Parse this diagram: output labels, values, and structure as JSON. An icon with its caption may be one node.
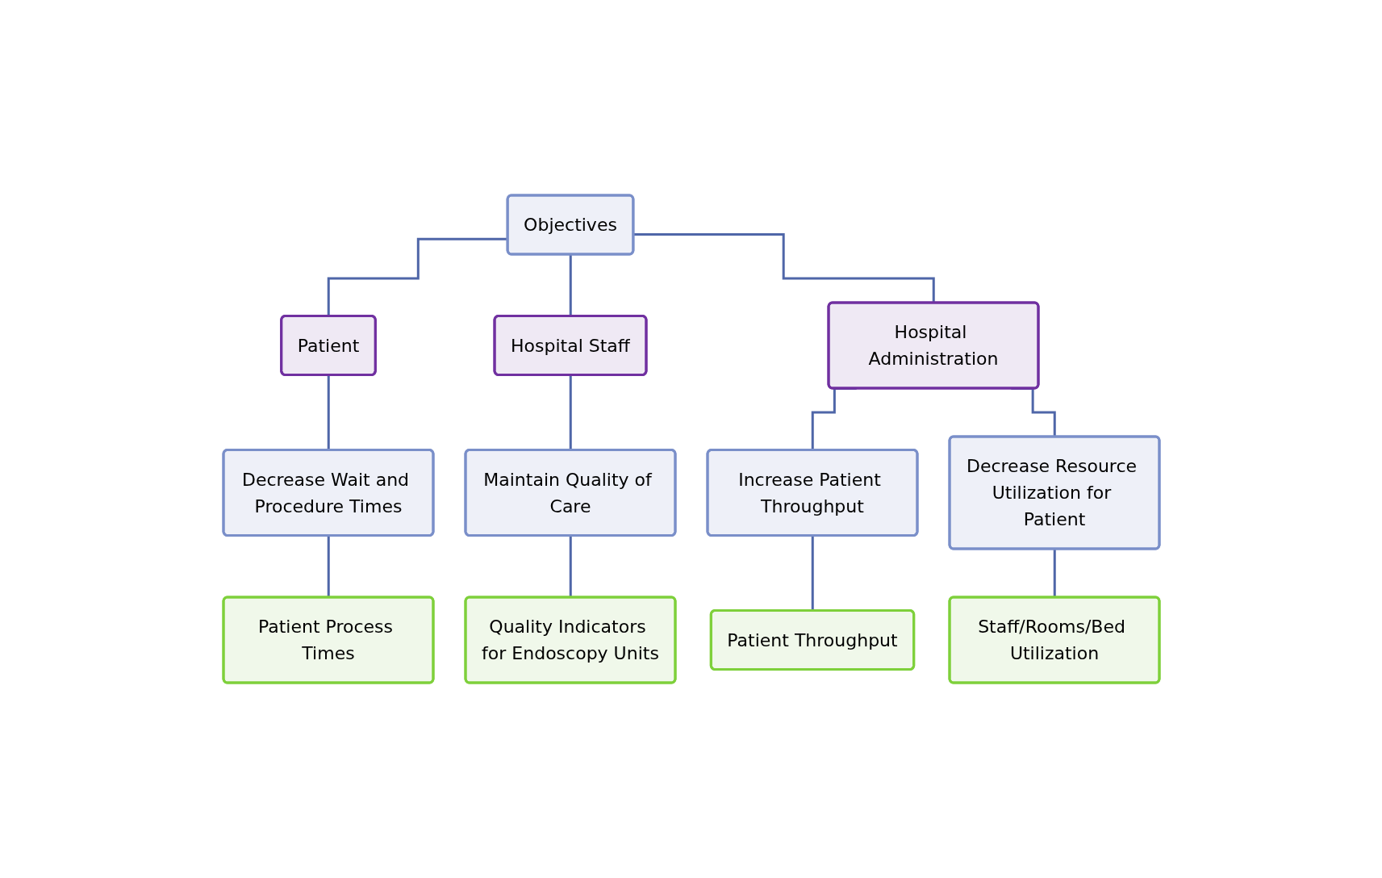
{
  "diagram": {
    "nodes": [
      {
        "text": [
          "Objectives"
        ]
      },
      {
        "text": [
          "Patient"
        ]
      },
      {
        "text": [
          "Hospital Staff"
        ]
      },
      {
        "text": [
          "Hospital Administration"
        ]
      },
      {
        "text": [
          "Decrease Wait and Procedure Times"
        ]
      },
      {
        "text": [
          "Maintain Quality of Care"
        ]
      },
      {
        "text": [
          "Increase Patient Throughput"
        ]
      },
      {
        "text": [
          "Decrease Resource Utilization for Patient"
        ]
      },
      {
        "text": [
          "Patient Process Times"
        ]
      },
      {
        "text": [
          "Quality Indicators for Endoscopy Units"
        ]
      },
      {
        "text": [
          "Patient Throughput"
        ]
      },
      {
        "text": [
          "Staff/Rooms/Bed Utilization"
        ]
      }
    ],
    "edges": [
      {
        "from": 0,
        "to": 1,
        "arrow": "none"
      },
      {
        "from": 0,
        "to": 2,
        "arrow": "none"
      },
      {
        "from": 0,
        "to": 3,
        "arrow": "none"
      },
      {
        "from": 1,
        "to": 4,
        "arrow": "none"
      },
      {
        "from": 2,
        "to": 5,
        "arrow": "none"
      },
      {
        "from": 3,
        "to": 6,
        "arrow": "none"
      },
      {
        "from": 3,
        "to": 7,
        "arrow": "none"
      },
      {
        "from": 4,
        "to": 8,
        "arrow": "none"
      },
      {
        "from": 5,
        "to": 9,
        "arrow": "none"
      },
      {
        "from": 6,
        "to": 10,
        "arrow": "none"
      },
      {
        "from": 7,
        "to": 11,
        "arrow": "none"
      }
    ]
  }
}
